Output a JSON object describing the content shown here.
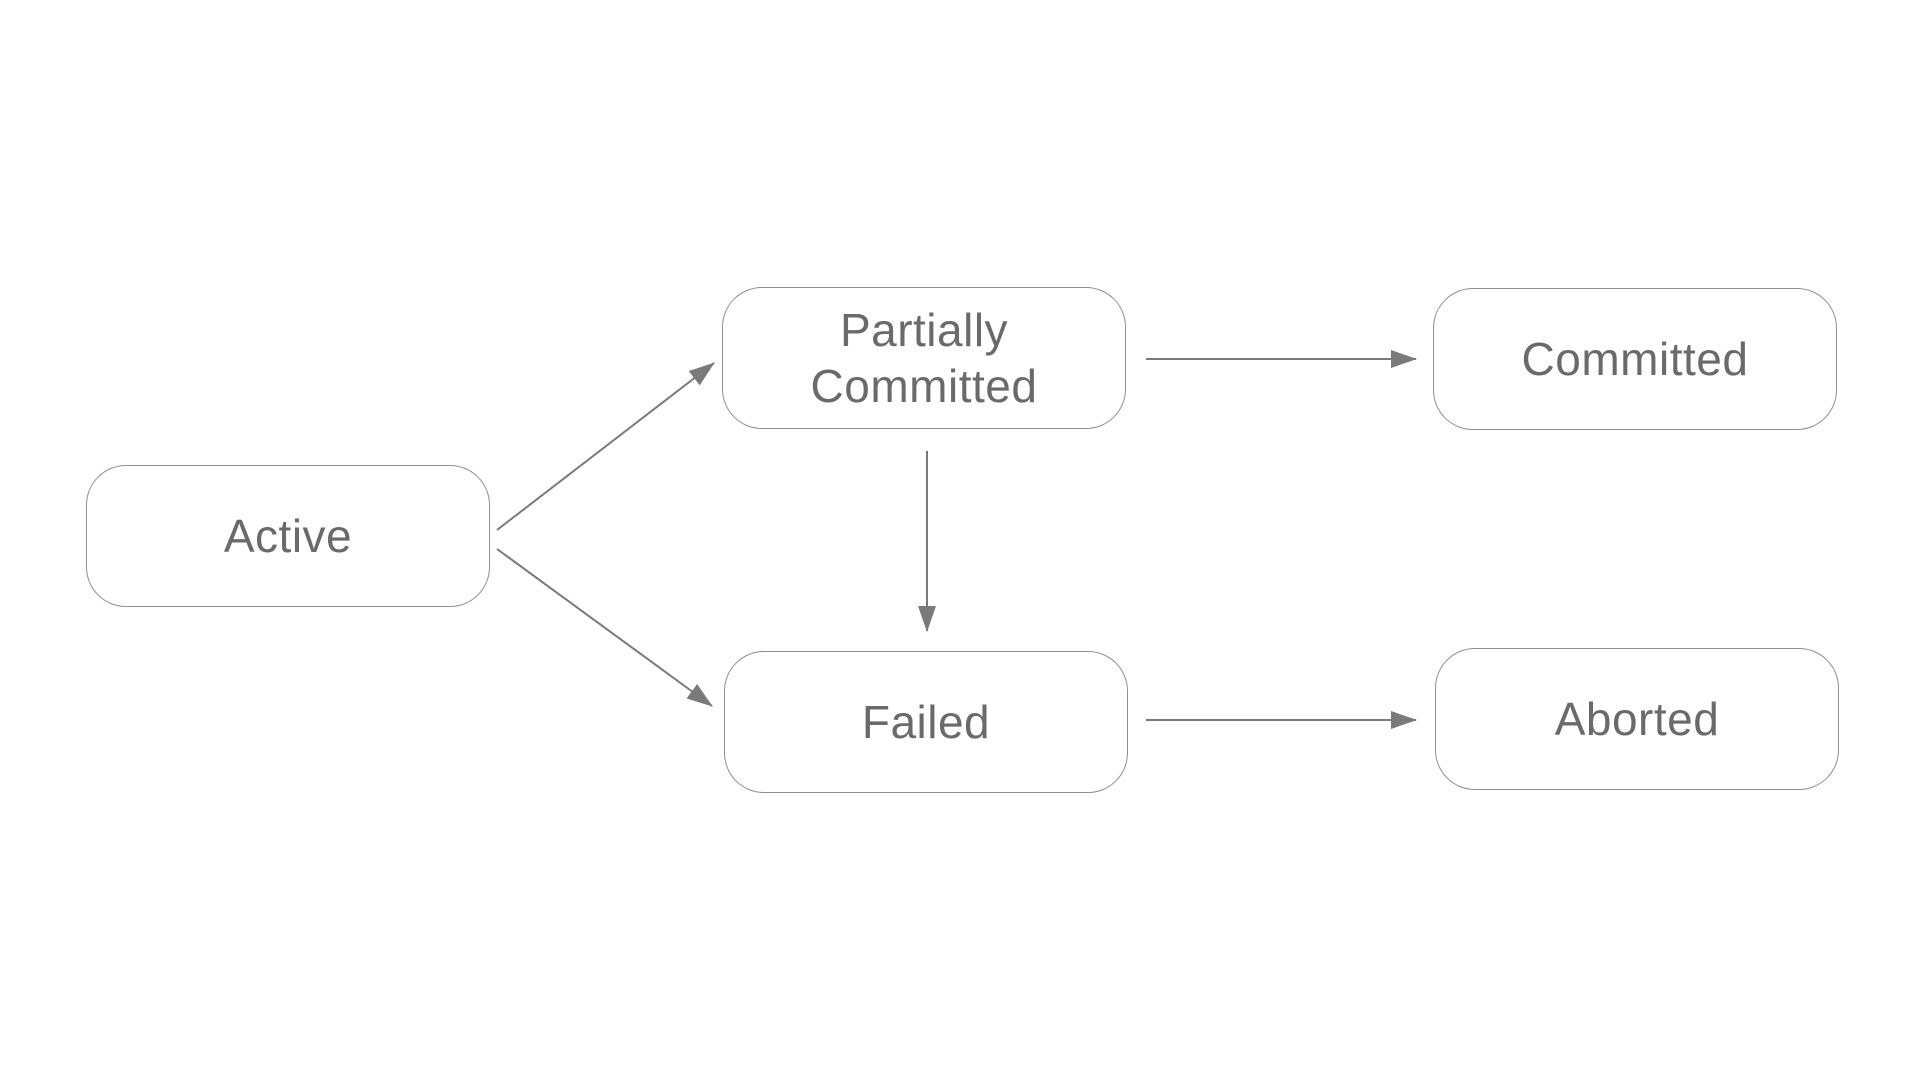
{
  "diagram": {
    "type": "transaction-state-diagram",
    "background_color": "#ffffff",
    "colors": {
      "node_border": "#8f8f8f",
      "node_fill": "#ffffff",
      "label_text": "#6a6a6a",
      "arrow": "#7a7a7a"
    },
    "nodes": [
      {
        "id": "active",
        "label": "Active"
      },
      {
        "id": "partially-committed",
        "label": "Partially Committed"
      },
      {
        "id": "committed",
        "label": "Committed"
      },
      {
        "id": "failed",
        "label": "Failed"
      },
      {
        "id": "aborted",
        "label": "Aborted"
      }
    ],
    "edges": [
      {
        "from": "active",
        "to": "partially-committed"
      },
      {
        "from": "active",
        "to": "failed"
      },
      {
        "from": "partially-committed",
        "to": "committed"
      },
      {
        "from": "partially-committed",
        "to": "failed"
      },
      {
        "from": "failed",
        "to": "aborted"
      }
    ]
  }
}
